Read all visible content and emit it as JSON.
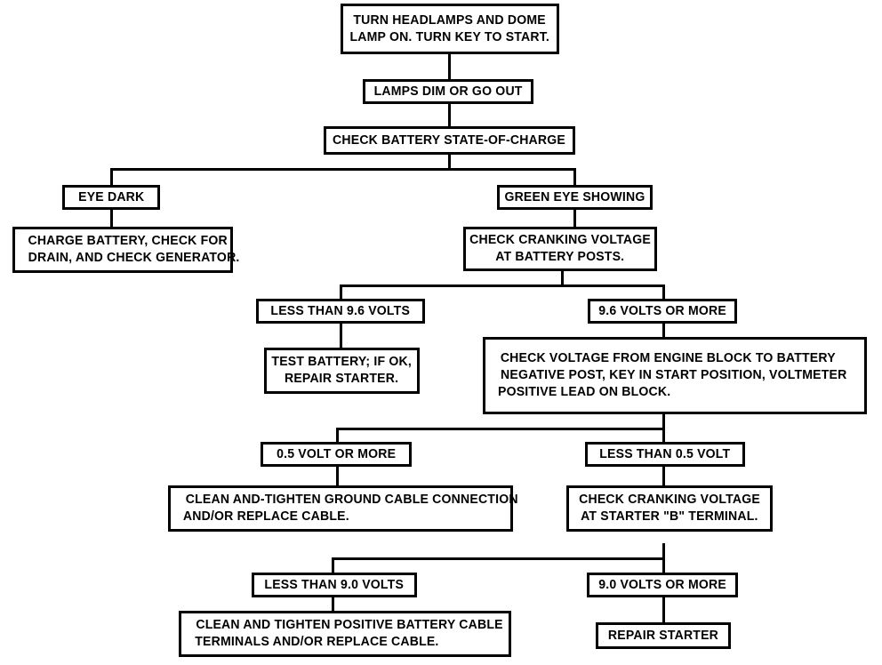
{
  "diagram": {
    "title": "Starting System Diagnosis Flowchart",
    "type": "flowchart",
    "orientation": "top-down",
    "line_color": "#000000",
    "box_fill": "#ffffff",
    "background": "#ffffff"
  },
  "nodes": {
    "start": {
      "id": "start",
      "line1": "TURN HEADLAMPS AND DOME",
      "line2": "LAMP ON. TURN KEY TO START."
    },
    "lamps_dim": {
      "id": "lamps_dim",
      "line1": "LAMPS DIM OR GO OUT"
    },
    "check_soc": {
      "id": "check_soc",
      "line1": "CHECK BATTERY STATE-OF-CHARGE"
    },
    "eye_dark": {
      "id": "eye_dark",
      "line1": "EYE DARK"
    },
    "charge_battery": {
      "id": "charge_battery",
      "line1": "CHARGE BATTERY, CHECK FOR",
      "line2": "DRAIN, AND CHECK GENERATOR."
    },
    "green_eye": {
      "id": "green_eye",
      "line1": "GREEN EYE SHOWING"
    },
    "check_cranking_posts": {
      "id": "check_cranking_posts",
      "line1": "CHECK CRANKING VOLTAGE",
      "line2": "AT BATTERY POSTS."
    },
    "less_9_6": {
      "id": "less_9_6",
      "line1": "LESS THAN 9.6 VOLTS"
    },
    "test_battery": {
      "id": "test_battery",
      "line1": "TEST BATTERY; IF OK,",
      "line2": "REPAIR STARTER."
    },
    "more_9_6": {
      "id": "more_9_6",
      "line1": "9.6 VOLTS OR MORE"
    },
    "check_voltage_block": {
      "id": "check_voltage_block",
      "line1": "CHECK VOLTAGE FROM ENGINE BLOCK TO BATTERY",
      "line2": "NEGATIVE POST, KEY IN START POSITION, VOLTMETER",
      "line3": "POSITIVE LEAD ON BLOCK."
    },
    "more_0_5": {
      "id": "more_0_5",
      "line1": "0.5 VOLT OR MORE"
    },
    "clean_ground": {
      "id": "clean_ground",
      "line1": "CLEAN AND-TIGHTEN GROUND CABLE CONNECTION",
      "line2": "AND/OR REPLACE CABLE."
    },
    "less_0_5": {
      "id": "less_0_5",
      "line1": "LESS THAN 0.5 VOLT"
    },
    "check_cranking_starter": {
      "id": "check_cranking_starter",
      "line1": "CHECK CRANKING VOLTAGE",
      "line2": "AT STARTER \"B\" TERMINAL."
    },
    "less_9_0": {
      "id": "less_9_0",
      "line1": "LESS THAN 9.0 VOLTS"
    },
    "clean_positive": {
      "id": "clean_positive",
      "line1": "CLEAN AND TIGHTEN POSITIVE BATTERY CABLE",
      "line2": "TERMINALS AND/OR REPLACE CABLE."
    },
    "more_9_0": {
      "id": "more_9_0",
      "line1": "9.0 VOLTS OR MORE"
    },
    "repair_starter": {
      "id": "repair_starter",
      "line1": "REPAIR STARTER"
    }
  },
  "edges": [
    {
      "from": "start",
      "to": "lamps_dim"
    },
    {
      "from": "lamps_dim",
      "to": "check_soc"
    },
    {
      "from": "check_soc",
      "to": "eye_dark",
      "label": ""
    },
    {
      "from": "check_soc",
      "to": "green_eye",
      "label": ""
    },
    {
      "from": "eye_dark",
      "to": "charge_battery"
    },
    {
      "from": "green_eye",
      "to": "check_cranking_posts"
    },
    {
      "from": "check_cranking_posts",
      "to": "less_9_6"
    },
    {
      "from": "check_cranking_posts",
      "to": "more_9_6"
    },
    {
      "from": "less_9_6",
      "to": "test_battery"
    },
    {
      "from": "more_9_6",
      "to": "check_voltage_block"
    },
    {
      "from": "check_voltage_block",
      "to": "more_0_5"
    },
    {
      "from": "check_voltage_block",
      "to": "less_0_5"
    },
    {
      "from": "more_0_5",
      "to": "clean_ground"
    },
    {
      "from": "less_0_5",
      "to": "check_cranking_starter"
    },
    {
      "from": "check_cranking_starter",
      "to": "less_9_0"
    },
    {
      "from": "check_cranking_starter",
      "to": "more_9_0"
    },
    {
      "from": "less_9_0",
      "to": "clean_positive"
    },
    {
      "from": "more_9_0",
      "to": "repair_starter"
    }
  ]
}
